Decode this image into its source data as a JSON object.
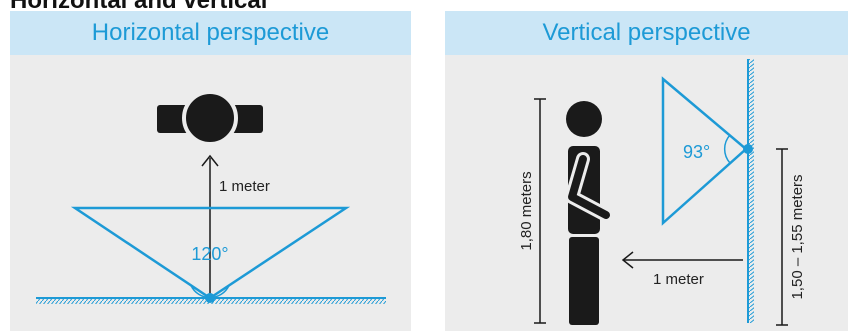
{
  "page": {
    "heading": "Horizontal and vertical"
  },
  "horizontal": {
    "title": "Horizontal perspective",
    "distance_label": "1 meter",
    "angle_label": "120°"
  },
  "vertical": {
    "title": "Vertical perspective",
    "person_height_label": "1,80 meters",
    "mount_height_label": "1,50 – 1,55 meters",
    "distance_label": "1 meter",
    "angle_label": "93°"
  },
  "colors": {
    "accent": "#1d9ad6",
    "header_background": "#cbe6f6",
    "panel_background": "#ececec",
    "ink": "#1a1a1a"
  },
  "icons": {
    "camera": "camera-top-view-icon",
    "person": "person-side-view-icon"
  }
}
